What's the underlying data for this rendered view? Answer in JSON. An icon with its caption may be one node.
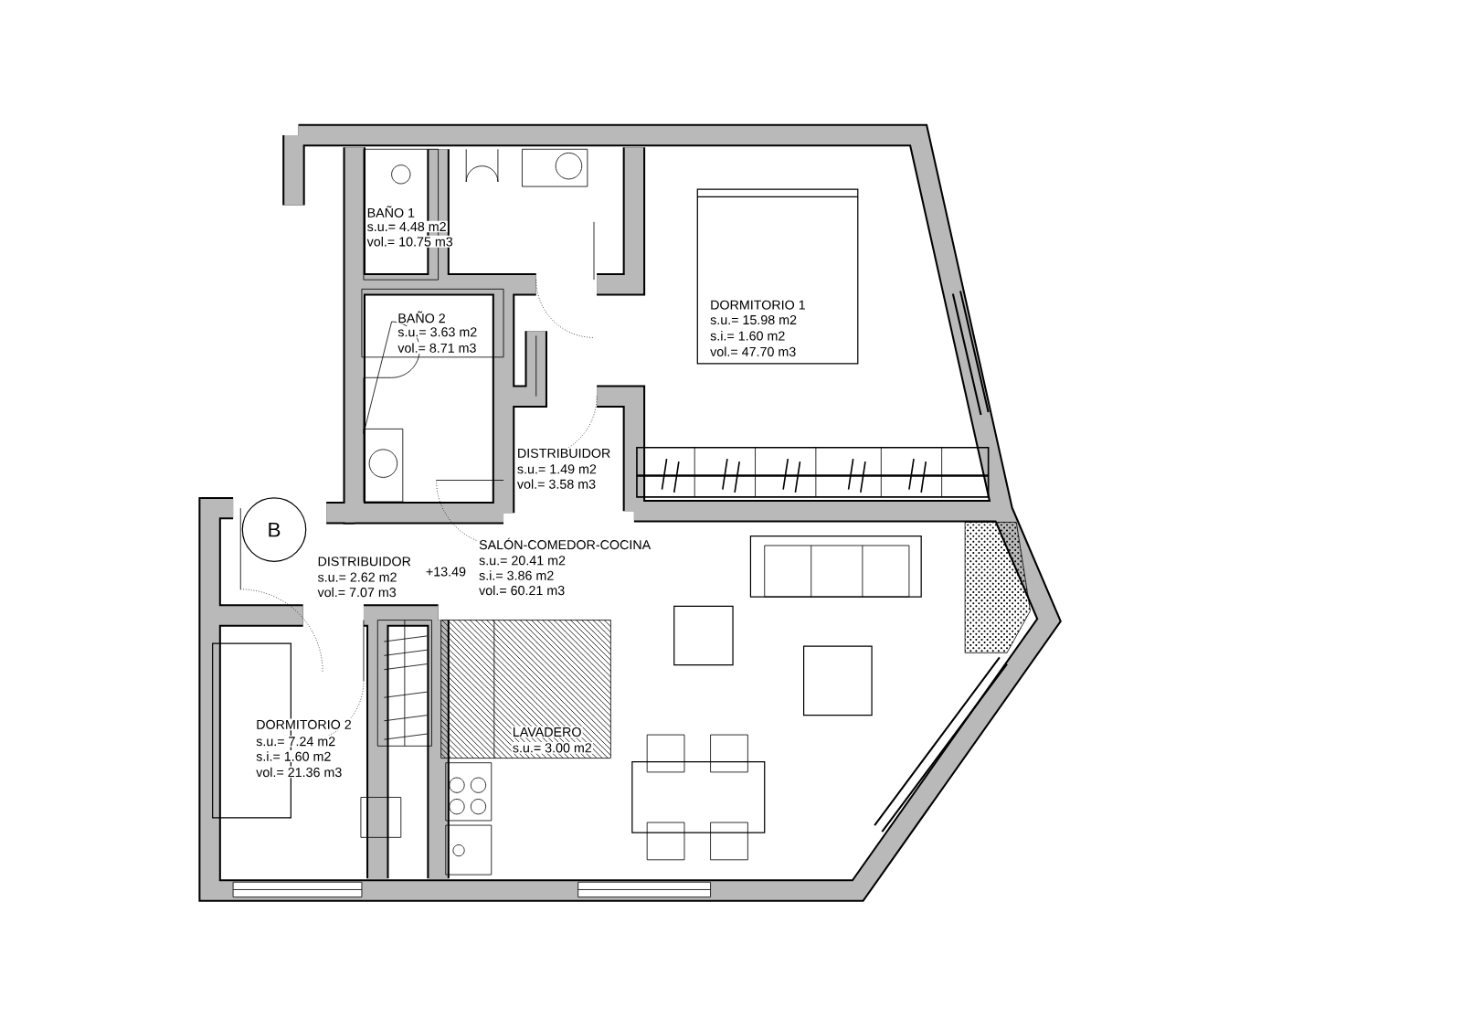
{
  "diagram": {
    "nodes": [
      {
        "text": [
          "B"
        ]
      }
    ],
    "labels": [
      "BAÑO 1",
      "s.u.= 4.48 m2",
      "vol.= 10.75 m3",
      "BAÑO 2",
      "s.u.= 3.63 m2",
      "vol.= 8.71 m3",
      "DORMITORIO 1",
      "s.u.= 15.98 m2",
      "s.i.= 1.60 m2",
      "vol.= 47.70 m3",
      "DISTRIBUIDOR",
      "s.u.= 1.49 m2",
      "vol.= 3.58 m3",
      "DISTRIBUIDOR",
      "s.u.= 2.62 m2",
      "vol.= 7.07 m3",
      "+13.49",
      "SALÓN-COMEDOR-COCINA",
      "s.u.= 20.41 m2",
      "s.i.= 3.86 m2",
      "vol.= 60.21 m3",
      "LAVADERO",
      "s.u.= 3.00 m2",
      "DORMITORIO 2",
      "s.u.= 7.24 m2",
      "s.i.= 1.60 m2",
      "vol.= 21.36 m3"
    ]
  }
}
